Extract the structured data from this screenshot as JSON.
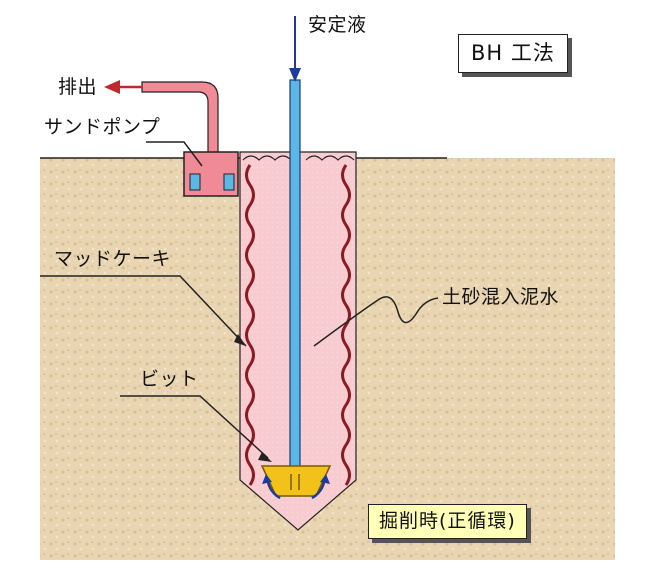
{
  "labels": {
    "stabilizing_fluid": "安定液",
    "method_title": "BH 工法",
    "discharge": "排出",
    "sand_pump": "サンドポンプ",
    "mud_cake": "マッドケーキ",
    "slurry": "土砂混入泥水",
    "bit": "ビット",
    "phase": "掘削時(正循環)"
  },
  "colors": {
    "soil": "#e8d3b0",
    "slurry": "#f6c8cc",
    "mud_cake": "#8c1a22",
    "pipe": "#5bb8e6",
    "pump": "#f08a96",
    "arrow_blue": "#1f3c9c",
    "arrow_red": "#c0282e",
    "bit": "#f2c21a",
    "phase_box": "#ffffb8"
  },
  "icons": [
    "down-arrow-icon",
    "left-arrow-icon",
    "circulation-arrow-icon"
  ]
}
